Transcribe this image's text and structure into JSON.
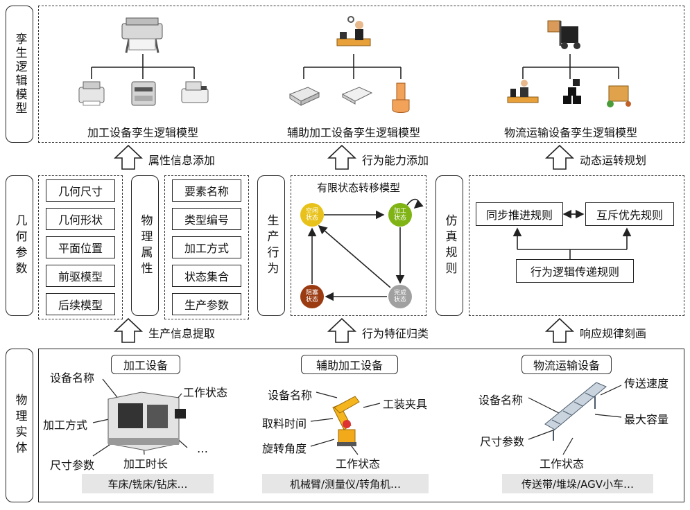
{
  "layers": {
    "logic": "孪生逻辑模型",
    "geometry": "几何参数",
    "physical_attr": "物理属性",
    "production": "生产行为",
    "simulation": "仿真规则",
    "entity": "物理实体"
  },
  "top": {
    "machining": "加工设备孪生逻辑模型",
    "auxiliary": "辅助加工设备孪生逻辑模型",
    "logistics": "物流运输设备孪生逻辑模型"
  },
  "arrows_up_top": {
    "a1": "属性信息添加",
    "a2": "行为能力添加",
    "a3": "动态运转规划"
  },
  "arrows_up_bottom": {
    "a1": "生产信息提取",
    "a2": "行为特征归类",
    "a3": "响应规律刻画"
  },
  "geometry_items": [
    "几何尺寸",
    "几何形状",
    "平面位置",
    "前驱模型",
    "后续模型"
  ],
  "attr_items": [
    "要素名称",
    "类型编号",
    "加工方式",
    "状态集合",
    "生产参数"
  ],
  "fsm": {
    "title": "有限状态转移模型",
    "idle": "空闲状态",
    "processing": "加工状态",
    "done": "完成状态",
    "blocked": "阻塞状态"
  },
  "rules": {
    "sync": "同步推进规则",
    "mutex": "互斥优先规则",
    "pass": "行为逻辑传递规则"
  },
  "entity": {
    "machining": {
      "title": "加工设备",
      "name": "设备名称",
      "state": "工作状态",
      "method": "加工方式",
      "size": "尺寸参数",
      "duration": "加工时长",
      "more": "…",
      "examples": "车床/铣床/钻床…"
    },
    "auxiliary": {
      "title": "辅助加工设备",
      "name": "设备名称",
      "fixture": "工装夹具",
      "fetch": "取料时间",
      "angle": "旋转角度",
      "state": "工作状态",
      "examples": "机械臂/测量仪/转角机…"
    },
    "logistics": {
      "title": "物流运输设备",
      "name": "设备名称",
      "speed": "传送速度",
      "capacity": "最大容量",
      "size": "尺寸参数",
      "state": "工作状态",
      "examples": "传送带/堆垛/AGV小车…"
    }
  },
  "colors": {
    "idle": "#e8c21a",
    "processing": "#7fb414",
    "done": "#a0a0a0",
    "blocked": "#9b3b12"
  }
}
